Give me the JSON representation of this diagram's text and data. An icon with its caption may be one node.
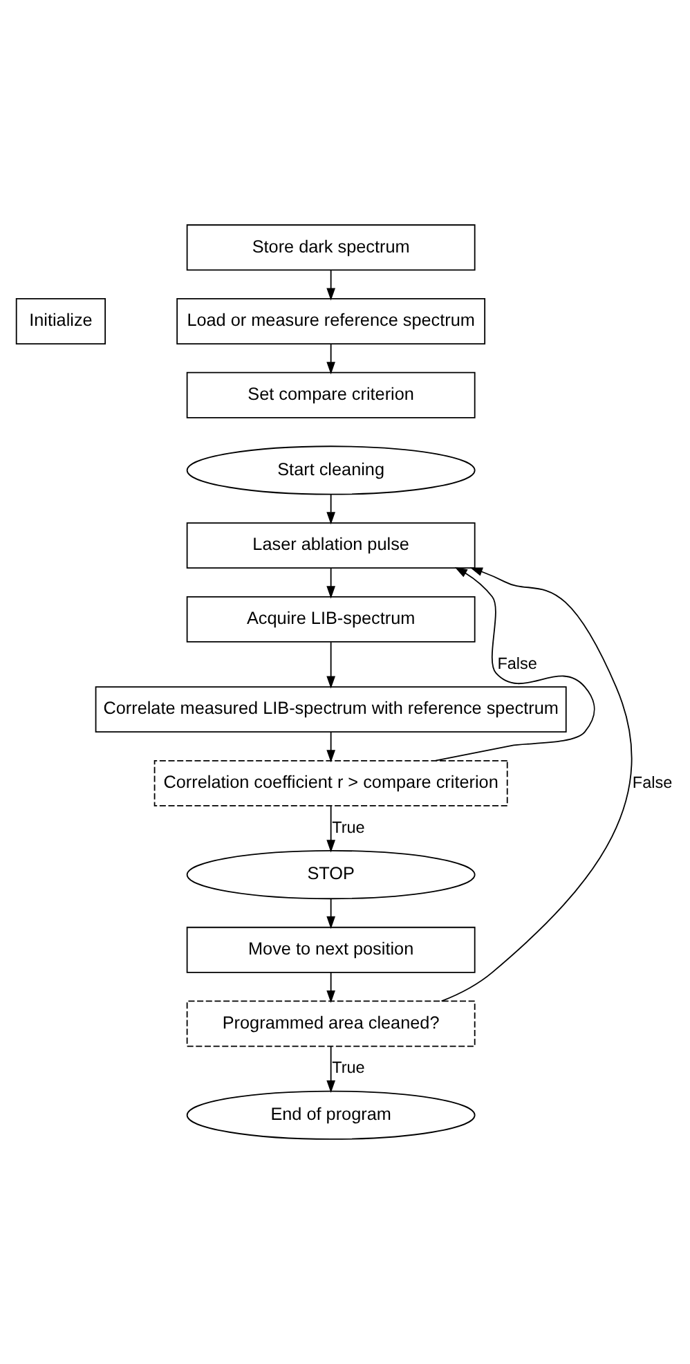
{
  "diagram": {
    "nodes": [
      {
        "text": [
          "Initialize"
        ]
      },
      {
        "text": [
          "Store dark spectrum"
        ]
      },
      {
        "text": [
          "Load or measure reference spectrum"
        ]
      },
      {
        "text": [
          "Set compare criterion"
        ]
      },
      {
        "text": [
          "Start cleaning"
        ]
      },
      {
        "text": [
          "Laser ablation pulse"
        ]
      },
      {
        "text": [
          "Acquire LIB-spectrum"
        ]
      },
      {
        "text": [
          "Correlate measured LIB-spectrum with reference spectrum"
        ]
      },
      {
        "text": [
          "Correlation coefficient r > compare criterion"
        ]
      },
      {
        "text": [
          "STOP"
        ]
      },
      {
        "text": [
          "Move to next position"
        ]
      },
      {
        "text": [
          "Programmed area cleaned?"
        ]
      },
      {
        "text": [
          "End of program"
        ]
      }
    ],
    "edges": [
      {
        "from": 1,
        "to": 2,
        "arrow": "to"
      },
      {
        "from": 2,
        "to": 3,
        "arrow": "to"
      },
      {
        "from": 4,
        "to": 5,
        "arrow": "to"
      },
      {
        "from": 5,
        "to": 6,
        "arrow": "to"
      },
      {
        "from": 6,
        "to": 7,
        "arrow": "to"
      },
      {
        "from": 7,
        "to": 8,
        "arrow": "to"
      },
      {
        "from": 8,
        "to": 9,
        "arrow": "to",
        "label": "True"
      },
      {
        "from": 9,
        "to": 10,
        "arrow": "to"
      },
      {
        "from": 10,
        "to": 11,
        "arrow": "to"
      },
      {
        "from": 11,
        "to": 12,
        "arrow": "to",
        "label": "True"
      },
      {
        "from": 8,
        "to": 5,
        "arrow": "to",
        "label": "False"
      },
      {
        "from": 11,
        "to": 5,
        "arrow": "to",
        "label": "False"
      }
    ]
  }
}
